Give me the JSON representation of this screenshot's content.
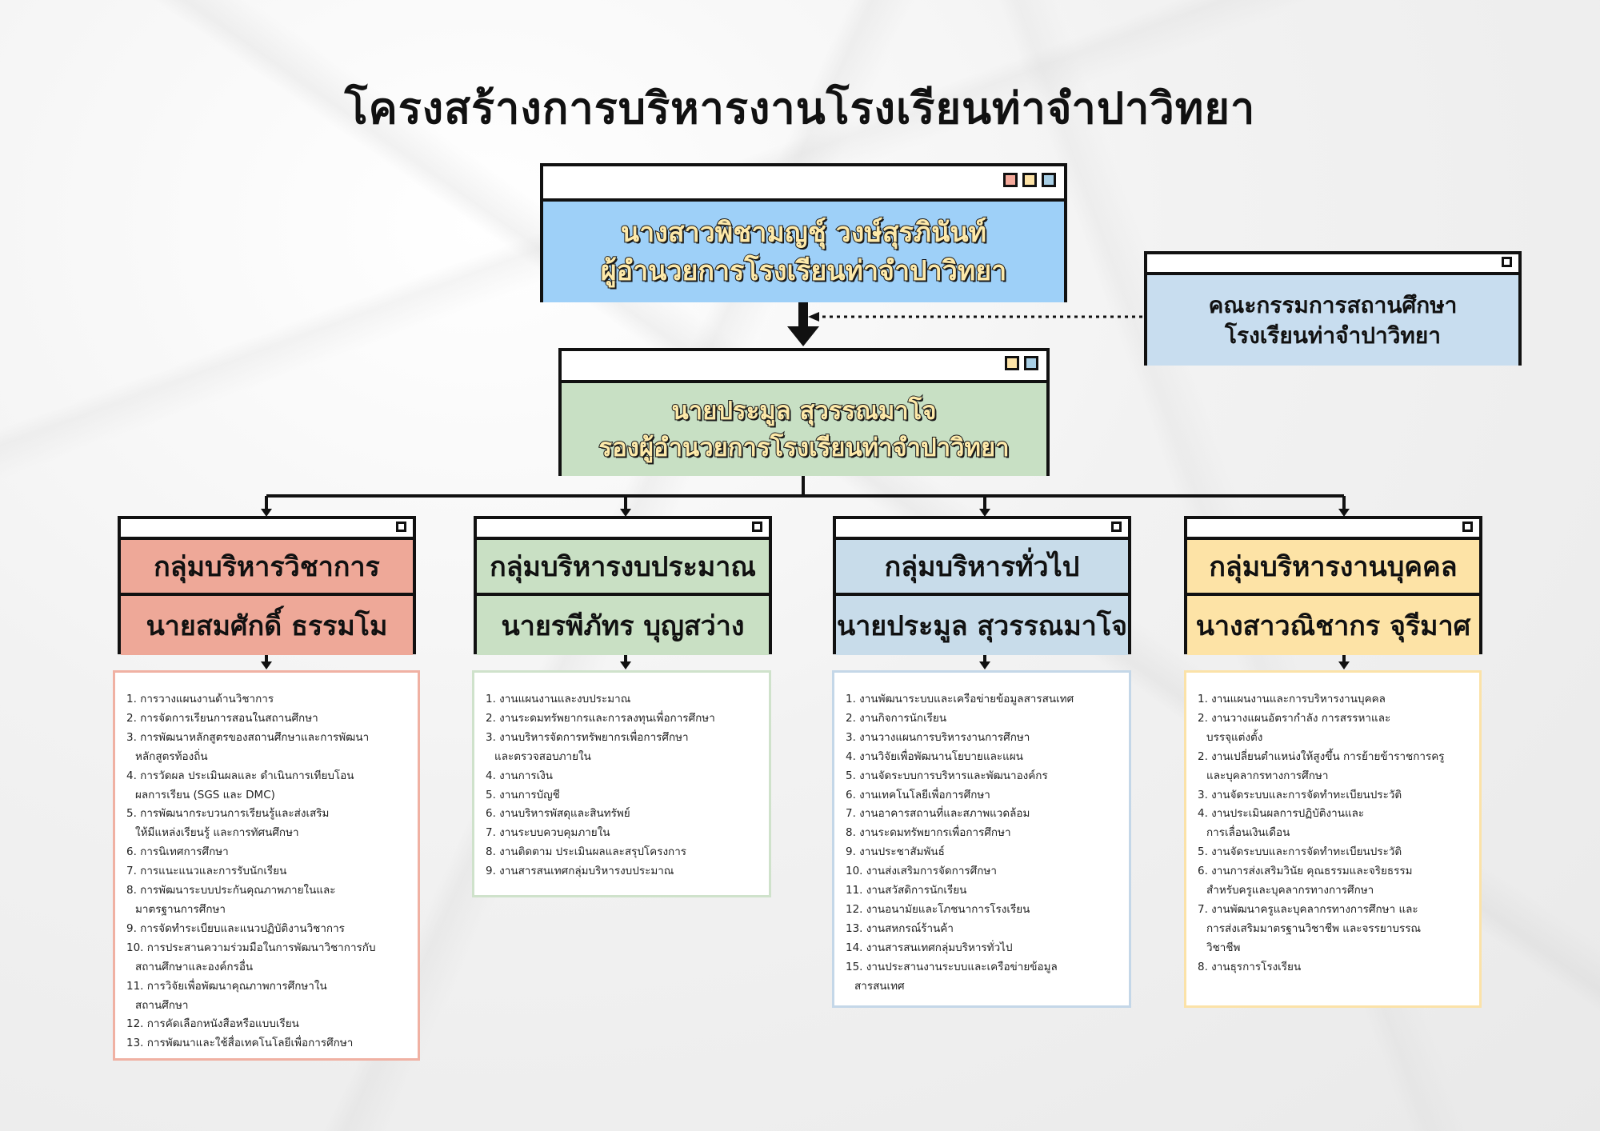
{
  "title": "โครงสร้างการบริหารงานโรงเรียนท่าจำปาวิทยา",
  "colors": {
    "principal": "#9ed0f8",
    "deputy": "#c8e0c4",
    "committee": "#c8ddef",
    "academic": "#eea898",
    "budget": "#c9e0c4",
    "general": "#c8dcea",
    "personnel": "#fde3a6",
    "dot_red": "#f4a99b",
    "dot_yellow": "#fde3a6",
    "dot_blue": "#a8cfe6"
  },
  "principal": {
    "name": "นางสาวพิชามญชุ์ วงษ์สุรภินันท์",
    "position": "ผู้อำนวยการโรงเรียนท่าจำปาวิทยา"
  },
  "committee": {
    "line1": "คณะกรรมการสถานศึกษา",
    "line2": "โรงเรียนท่าจำปาวิทยา"
  },
  "deputy": {
    "name": "นายประมูล สุวรรณมาโจ",
    "position": "รองผู้อำนวยการโรงเรียนท่าจำปาวิทยา"
  },
  "groups": [
    {
      "name": "กลุ่มบริหารวิชาการ",
      "head": "นายสมศักดิ์ ธรรมโม",
      "items": [
        "1. การวางแผนงานด้านวิชาการ",
        "2. การจัดการเรียนการสอนในสถานศึกษา",
        "3. การพัฒนาหลักสูตรของสถานศึกษาและการพัฒนา",
        "หลักสูตรท้องถิ่น",
        "4. การวัดผล ประเมินผลและ ดำเนินการเทียบโอน",
        "ผลการเรียน (SGS และ DMC)",
        "5. การพัฒนากระบวนการเรียนรู้และส่งเสริม",
        "ให้มีแหล่งเรียนรู้ และการทัศนศึกษา",
        "6. การนิเทศการศึกษา",
        "7. การแนะแนวและการรับนักเรียน",
        "8. การพัฒนาระบบประกันคุณภาพภายในและ",
        "มาตรฐานการศึกษา",
        "9. การจัดทำระเบียบและแนวปฏิบัติงานวิชาการ",
        "10. การประสานความร่วมมือในการพัฒนาวิชาการกับ",
        "สถานศึกษาและองค์กรอื่น",
        "11. การวิจัยเพื่อพัฒนาคุณภาพการศึกษาใน",
        "สถานศึกษา",
        "12. การคัดเลือกหนังสือหรือแบบเรียน",
        "13. การพัฒนาและใช้สื่อเทคโนโลยีเพื่อการศึกษา"
      ]
    },
    {
      "name": "กลุ่มบริหารงบประมาณ",
      "head": "นายรพีภัทร  บุญสว่าง",
      "items": [
        "1. งานแผนงานและงบประมาณ",
        "2. งานระดมทรัพยากรและการลงทุนเพื่อการศึกษา",
        "3. งานบริหารจัดการทรัพยากรเพื่อการศึกษา",
        "และตรวจสอบภายใน",
        "4. งานการเงิน",
        "5. งานการบัญชี",
        "6. งานบริหารพัสดุและสินทรัพย์",
        "7. งานระบบควบคุมภายใน",
        "8. งานติดตาม ประเมินผลและสรุปโครงการ",
        "9. งานสารสนเทศกลุ่มบริหารงบประมาณ"
      ]
    },
    {
      "name": "กลุ่มบริหารทั่วไป",
      "head": "นายประมูล สุวรรณมาโจ",
      "items": [
        "1. งานพัฒนาระบบและเครือข่ายข้อมูลสารสนเทศ",
        "2. งานกิจการนักเรียน",
        "3. งานวางแผนการบริหารงานการศึกษา",
        "4. งานวิจัยเพื่อพัฒนานโยบายและแผน",
        "5. งานจัดระบบการบริหารและพัฒนาองค์กร",
        "6. งานเทคโนโลยีเพื่อการศึกษา",
        "7. งานอาคารสถานที่และสภาพแวดล้อม",
        "8. งานระดมทรัพยากรเพื่อการศึกษา",
        "9. งานประชาสัมพันธ์",
        "10. งานส่งเสริมการจัดการศึกษา",
        "11. งานสวัสดิการนักเรียน",
        "12. งานอนามัยและโภชนาการโรงเรียน",
        "13. งานสหกรณ์ร้านค้า",
        "14. งานสารสนเทศกลุ่มบริหารทั่วไป",
        "15. งานประสานงานระบบและเครือข่ายข้อมูล",
        "สารสนเทศ"
      ]
    },
    {
      "name": "กลุ่มบริหารงานบุคคล",
      "head": "นางสาวณิชากร จุรีมาศ",
      "items": [
        "1. งานแผนงานและการบริหารงานบุคคล",
        "2. งานวางแผนอัตรากำลัง การสรรหาและ",
        "บรรจุแต่งตั้ง",
        "2. งานเปลี่ยนตำแหน่งให้สูงขึ้น การย้ายข้าราชการครู",
        "และบุคลากรทางการศึกษา",
        "3. งานจัดระบบและการจัดทำทะเบียนประวัติ",
        "4. งานประเมินผลการปฏิบัติงานและ",
        "การเลื่อนเงินเดือน",
        "5. งานจัดระบบและการจัดทำทะเบียนประวัติ",
        "6. งานการส่งเสริมวินัย คุณธรรมและจริยธรรม",
        "สำหรับครูและบุคลากรทางการศึกษา",
        "7. งานพัฒนาครูและบุคลากรทางการศึกษา และ",
        "การส่งเสริมมาตรฐานวิชาชีพ และจรรยาบรรณ",
        "วิชาชีพ",
        "8. งานธุรการโรงเรียน"
      ]
    }
  ]
}
